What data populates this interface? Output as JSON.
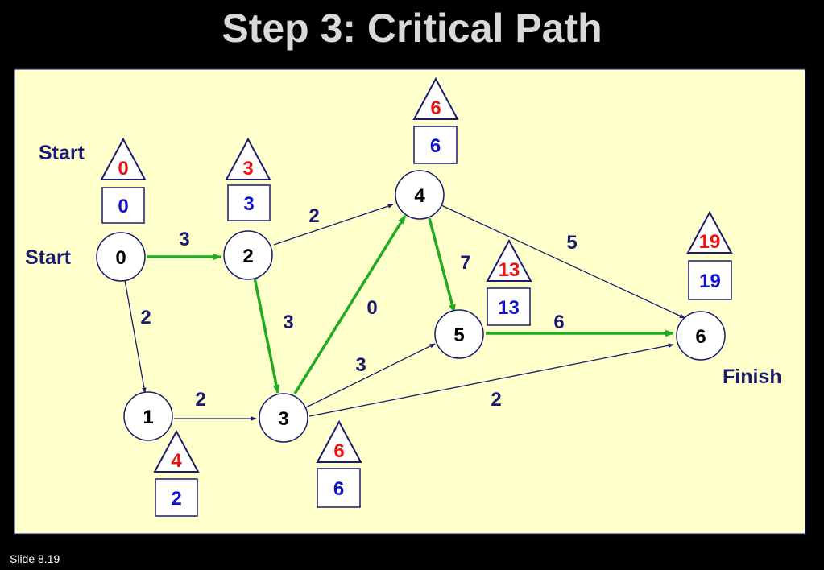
{
  "slide": {
    "title": "Step 3: Critical Path",
    "number_label": "Slide 8.19"
  },
  "colors": {
    "background": "#000000",
    "panel": "#ffffcc",
    "node_border": "#1a1a6e",
    "critical_edge": "#22aa22",
    "normal_edge": "#1a1a6e",
    "triangle_value": "#ee1111",
    "box_value": "#1111cc"
  },
  "labels": {
    "start_top": "Start",
    "start_node": "Start",
    "finish": "Finish"
  },
  "nodes": [
    {
      "id": "0",
      "label": "0"
    },
    {
      "id": "1",
      "label": "1"
    },
    {
      "id": "2",
      "label": "2"
    },
    {
      "id": "3",
      "label": "3"
    },
    {
      "id": "4",
      "label": "4"
    },
    {
      "id": "5",
      "label": "5"
    },
    {
      "id": "6",
      "label": "6"
    }
  ],
  "edges": [
    {
      "from": "0",
      "to": "2",
      "weight": "3",
      "critical": true
    },
    {
      "from": "0",
      "to": "1",
      "weight": "2",
      "critical": false
    },
    {
      "from": "2",
      "to": "4",
      "weight": "2",
      "critical": false
    },
    {
      "from": "2",
      "to": "3",
      "weight": "3",
      "critical": true
    },
    {
      "from": "1",
      "to": "3",
      "weight": "2",
      "critical": false
    },
    {
      "from": "3",
      "to": "4",
      "weight": "0",
      "critical": true
    },
    {
      "from": "3",
      "to": "5",
      "weight": "3",
      "critical": false
    },
    {
      "from": "3",
      "to": "6",
      "weight": "2",
      "critical": false
    },
    {
      "from": "4",
      "to": "5",
      "weight": "7",
      "critical": true
    },
    {
      "from": "4",
      "to": "6",
      "weight": "5",
      "critical": false
    },
    {
      "from": "5",
      "to": "6",
      "weight": "6",
      "critical": true
    }
  ],
  "node_times": [
    {
      "node": "0",
      "triangle": "0",
      "box": "0"
    },
    {
      "node": "2",
      "triangle": "3",
      "box": "3"
    },
    {
      "node": "4",
      "triangle": "6",
      "box": "6"
    },
    {
      "node": "5",
      "triangle": "13",
      "box": "13"
    },
    {
      "node": "6",
      "triangle": "19",
      "box": "19"
    },
    {
      "node": "1",
      "triangle": "4",
      "box": "2"
    },
    {
      "node": "3",
      "triangle": "6",
      "box": "6"
    }
  ]
}
